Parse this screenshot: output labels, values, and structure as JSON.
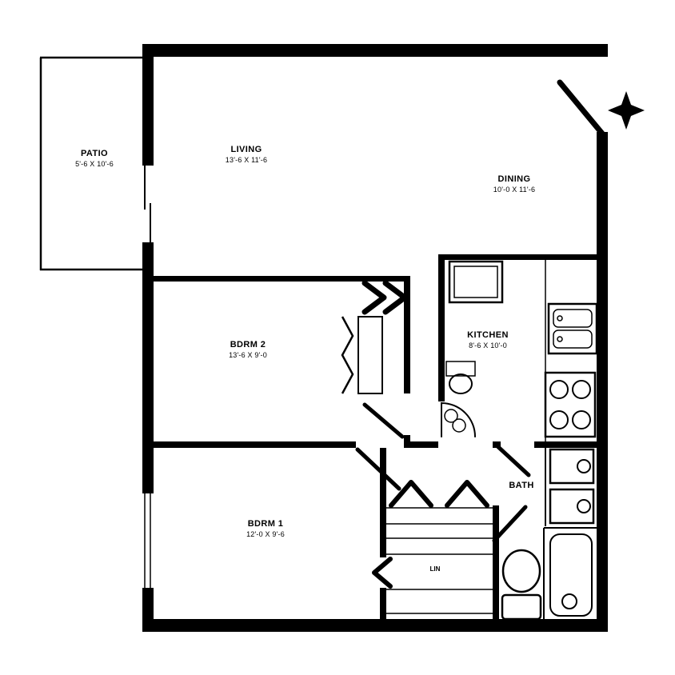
{
  "plan": {
    "type": "apartment-floor-plan",
    "rooms": {
      "patio": {
        "name": "PATIO",
        "dims": "5'-6 X 10'-6"
      },
      "living": {
        "name": "LIVING",
        "dims": "13'-6 X 11'-6"
      },
      "dining": {
        "name": "DINING",
        "dims": "10'-0 X 11'-6"
      },
      "bedroom2": {
        "name": "BDRM 2",
        "dims": "13'-6 X 9'-0"
      },
      "bedroom1": {
        "name": "BDRM 1",
        "dims": "12'-0 X 9'-6"
      },
      "kitchen": {
        "name": "KITCHEN",
        "dims": "8'-6 X 10'-0"
      },
      "bath": {
        "name": "BATH"
      },
      "linen": {
        "name": "LIN"
      }
    },
    "colors": {
      "line": "#000000",
      "background": "#ffffff"
    }
  }
}
